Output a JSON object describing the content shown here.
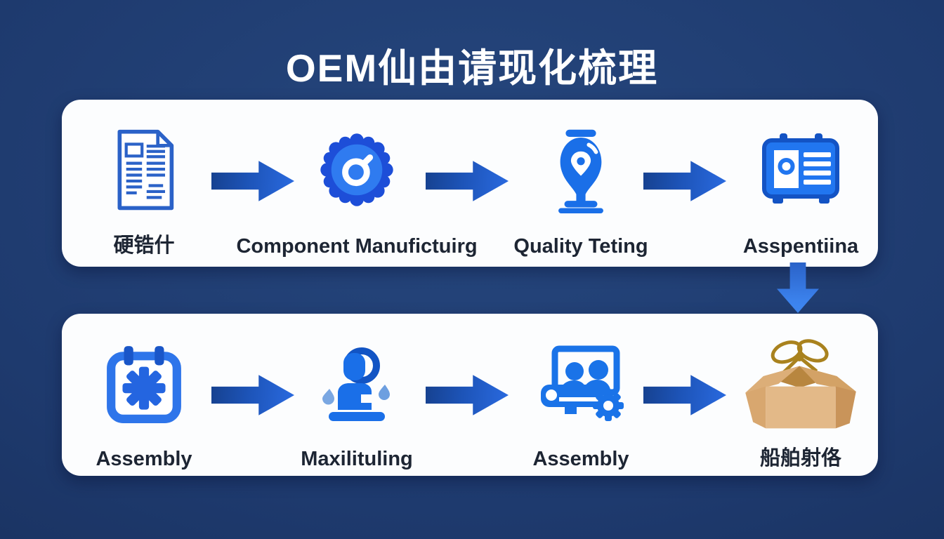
{
  "title": "OEM仙由请现化梳理",
  "rows": [
    {
      "name": "top-process-row",
      "steps": [
        {
          "label": "硬锆什",
          "icon": "document-icon"
        },
        {
          "label": "Component Manufictuirg",
          "icon": "seal-badge-icon"
        },
        {
          "label": "Quality Teting",
          "icon": "trophy-pin-icon"
        },
        {
          "label": "Asspentiina",
          "icon": "machine-card-icon"
        }
      ]
    },
    {
      "name": "bottom-process-row",
      "steps": [
        {
          "label": "Assembly",
          "icon": "calendar-gear-icon"
        },
        {
          "label": "Maxilituling",
          "icon": "person-drops-icon"
        },
        {
          "label": "Assembly",
          "icon": "team-vehicle-gear-icon"
        },
        {
          "label": "船舶射佫",
          "icon": "package-box-icon"
        }
      ]
    }
  ],
  "colors": {
    "background": "#1e3a6e",
    "panel": "#fcfdfe",
    "icon_blue": "#1a6fe8",
    "icon_blue_dark": "#1353c4",
    "arrow_dark": "#16418f",
    "arrow_light": "#2a6ae0",
    "down_arrow": "#418cf8",
    "label_text": "#1d2533",
    "title_text": "#ffffff",
    "box_tan": "#e3b988",
    "ribbon_gold": "#a9821e",
    "drop_light_blue": "#7aa7e2"
  }
}
